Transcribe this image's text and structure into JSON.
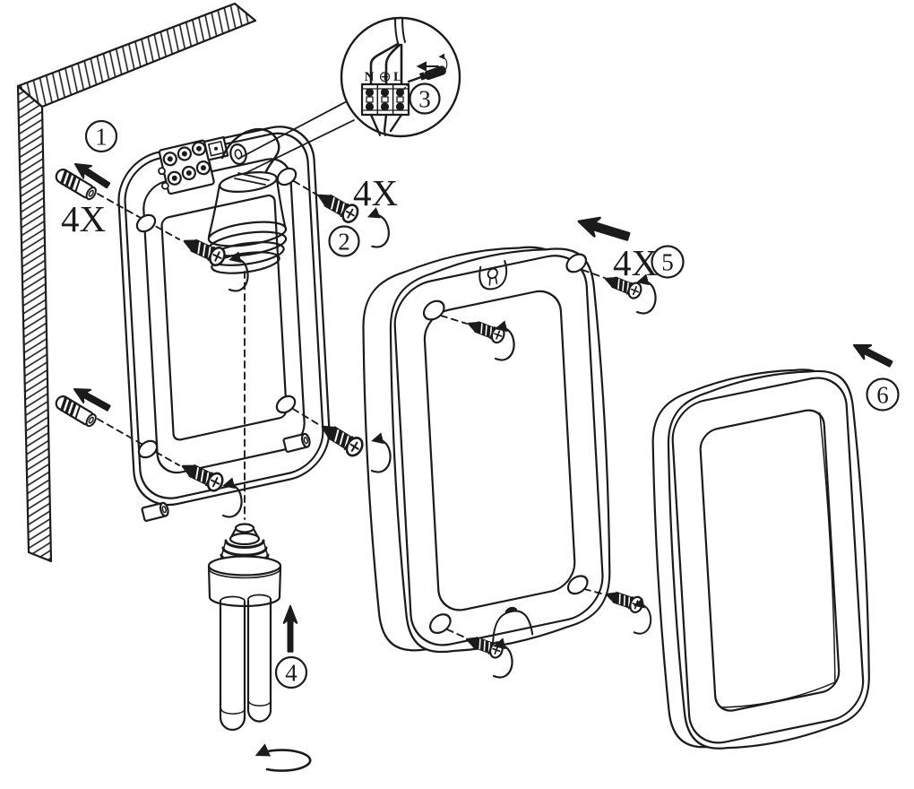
{
  "figure": {
    "background_color": "#ffffff",
    "line_color": "#1b1b1b",
    "badges": {
      "step1": "1",
      "step2": "2",
      "step3": "3",
      "step4": "4",
      "step5": "5",
      "step6": "6"
    },
    "quantities": {
      "anchors": "4X",
      "base_screws": "4X",
      "frame_screws": "4X"
    },
    "terminals": {
      "neutral": "N",
      "earth": "⊕",
      "live": "L"
    }
  }
}
